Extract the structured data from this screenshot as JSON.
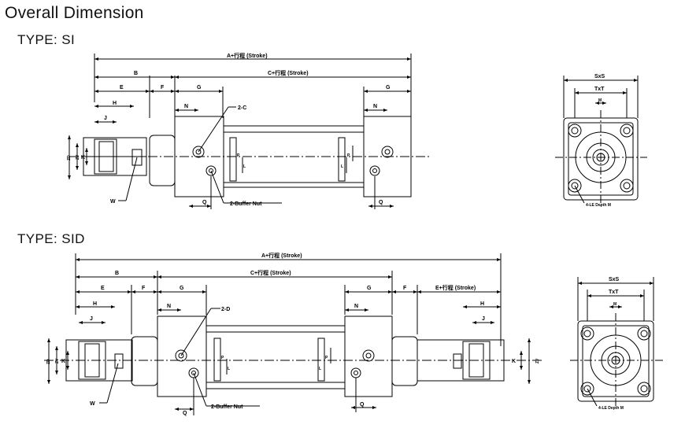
{
  "header": {
    "title": "Overall Dimension"
  },
  "si": {
    "type_label": "TYPE: SI",
    "a_stroke": "A+行程 (Stroke)",
    "c_stroke": "C+行程 (Stroke)",
    "b": "B",
    "e": "E",
    "f": "F",
    "g": "G",
    "h": "H",
    "n": "N",
    "j": "J",
    "k": "K",
    "w": "W",
    "q": "Q",
    "p": "P",
    "l": "L",
    "zd": "ZD",
    "zv": "ZV",
    "port": "2-C",
    "buffer_nut": "2-Buffer Nut",
    "sxs": "SxS",
    "txt": "TxT",
    "m": "M",
    "depth_note": "4-LE Depth M"
  },
  "sid": {
    "type_label": "TYPE: SID",
    "a_stroke": "A+行程 (Stroke)",
    "c_stroke": "C+行程 (Stroke)",
    "e_stroke": "E+行程 (Stroke)",
    "b": "B",
    "e": "E",
    "f": "F",
    "g": "G",
    "h": "H",
    "n": "N",
    "j": "J",
    "k": "K",
    "w": "W",
    "q": "Q",
    "p": "P",
    "l": "L",
    "zd": "ZD",
    "zv": "ZV",
    "port": "2-D",
    "buffer_nut": "2-Buffer Nut",
    "sxs": "SxS",
    "txt": "TxT",
    "m": "M",
    "depth_note": "4-LE Depth M"
  }
}
